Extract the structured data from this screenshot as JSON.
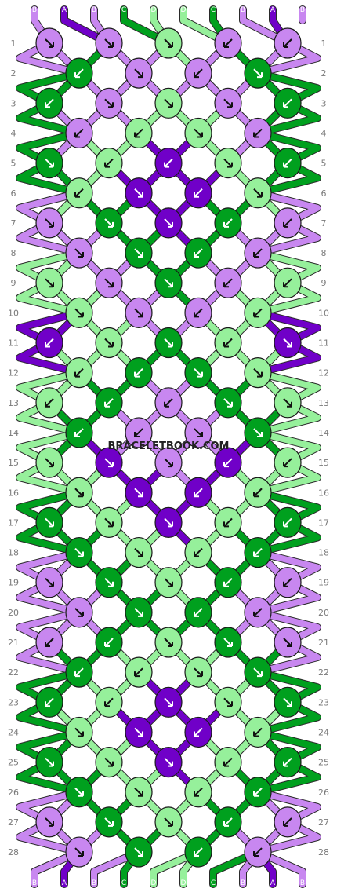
{
  "watermark": "BRACELETBOOK.COM",
  "colors": {
    "A": "#7000c8",
    "B": "#c887f0",
    "C": "#00a01e",
    "D": "#96f09b"
  },
  "strands_top": [
    "B",
    "A",
    "B",
    "C",
    "D",
    "D",
    "C",
    "B",
    "A",
    "B"
  ],
  "strands_bottom": [
    "B",
    "A",
    "B",
    "C",
    "D",
    "D",
    "C",
    "B",
    "A",
    "B"
  ],
  "row_numbers": [
    "1",
    "2",
    "3",
    "4",
    "5",
    "6",
    "7",
    "8",
    "9",
    "10",
    "11",
    "12",
    "13",
    "14",
    "15",
    "16",
    "17",
    "18",
    "19",
    "20",
    "21",
    "22",
    "23",
    "24",
    "25",
    "26",
    "27",
    "28"
  ],
  "knot_rows": [
    [
      {
        "c": "B",
        "d": "r"
      },
      {
        "c": "B",
        "d": "r"
      },
      {
        "c": "D",
        "d": "r"
      },
      {
        "c": "B",
        "d": "l"
      },
      {
        "c": "B",
        "d": "l"
      }
    ],
    [
      {
        "c": "C",
        "d": "l"
      },
      {
        "c": "B",
        "d": "r"
      },
      {
        "c": "B",
        "d": "l"
      },
      {
        "c": "C",
        "d": "r"
      }
    ],
    [
      {
        "c": "C",
        "d": "l"
      },
      {
        "c": "B",
        "d": "r"
      },
      {
        "c": "D",
        "d": "r"
      },
      {
        "c": "B",
        "d": "r"
      },
      {
        "c": "C",
        "d": "l"
      }
    ],
    [
      {
        "c": "B",
        "d": "l"
      },
      {
        "c": "D",
        "d": "l"
      },
      {
        "c": "D",
        "d": "r"
      },
      {
        "c": "B",
        "d": "l"
      }
    ],
    [
      {
        "c": "C",
        "d": "r"
      },
      {
        "c": "D",
        "d": "l"
      },
      {
        "c": "A",
        "d": "l"
      },
      {
        "c": "D",
        "d": "r"
      },
      {
        "c": "C",
        "d": "l"
      }
    ],
    [
      {
        "c": "D",
        "d": "l"
      },
      {
        "c": "A",
        "d": "r"
      },
      {
        "c": "A",
        "d": "l"
      },
      {
        "c": "D",
        "d": "r"
      }
    ],
    [
      {
        "c": "B",
        "d": "r"
      },
      {
        "c": "C",
        "d": "r"
      },
      {
        "c": "A",
        "d": "r"
      },
      {
        "c": "C",
        "d": "l"
      },
      {
        "c": "B",
        "d": "l"
      }
    ],
    [
      {
        "c": "B",
        "d": "r"
      },
      {
        "c": "C",
        "d": "r"
      },
      {
        "c": "C",
        "d": "l"
      },
      {
        "c": "B",
        "d": "l"
      }
    ],
    [
      {
        "c": "D",
        "d": "r"
      },
      {
        "c": "B",
        "d": "r"
      },
      {
        "c": "C",
        "d": "r"
      },
      {
        "c": "B",
        "d": "l"
      },
      {
        "c": "D",
        "d": "l"
      }
    ],
    [
      {
        "c": "D",
        "d": "r"
      },
      {
        "c": "B",
        "d": "r"
      },
      {
        "c": "B",
        "d": "l"
      },
      {
        "c": "D",
        "d": "l"
      }
    ],
    [
      {
        "c": "A",
        "d": "l"
      },
      {
        "c": "D",
        "d": "r"
      },
      {
        "c": "C",
        "d": "r"
      },
      {
        "c": "D",
        "d": "l"
      },
      {
        "c": "A",
        "d": "r"
      }
    ],
    [
      {
        "c": "D",
        "d": "l"
      },
      {
        "c": "C",
        "d": "l"
      },
      {
        "c": "C",
        "d": "r"
      },
      {
        "c": "D",
        "d": "r"
      }
    ],
    [
      {
        "c": "D",
        "d": "l"
      },
      {
        "c": "C",
        "d": "l"
      },
      {
        "c": "B",
        "d": "l"
      },
      {
        "c": "C",
        "d": "r"
      },
      {
        "c": "D",
        "d": "r"
      }
    ],
    [
      {
        "c": "C",
        "d": "l"
      },
      {
        "c": "B",
        "d": "l"
      },
      {
        "c": "B",
        "d": "r"
      },
      {
        "c": "C",
        "d": "r"
      }
    ],
    [
      {
        "c": "D",
        "d": "r"
      },
      {
        "c": "A",
        "d": "r"
      },
      {
        "c": "B",
        "d": "r"
      },
      {
        "c": "A",
        "d": "l"
      },
      {
        "c": "D",
        "d": "l"
      }
    ],
    [
      {
        "c": "D",
        "d": "r"
      },
      {
        "c": "A",
        "d": "r"
      },
      {
        "c": "A",
        "d": "l"
      },
      {
        "c": "D",
        "d": "l"
      }
    ],
    [
      {
        "c": "C",
        "d": "r"
      },
      {
        "c": "D",
        "d": "r"
      },
      {
        "c": "A",
        "d": "r"
      },
      {
        "c": "D",
        "d": "l"
      },
      {
        "c": "C",
        "d": "l"
      }
    ],
    [
      {
        "c": "C",
        "d": "r"
      },
      {
        "c": "D",
        "d": "r"
      },
      {
        "c": "D",
        "d": "l"
      },
      {
        "c": "C",
        "d": "l"
      }
    ],
    [
      {
        "c": "B",
        "d": "r"
      },
      {
        "c": "C",
        "d": "r"
      },
      {
        "c": "D",
        "d": "r"
      },
      {
        "c": "C",
        "d": "l"
      },
      {
        "c": "B",
        "d": "l"
      }
    ],
    [
      {
        "c": "B",
        "d": "r"
      },
      {
        "c": "C",
        "d": "r"
      },
      {
        "c": "C",
        "d": "l"
      },
      {
        "c": "B",
        "d": "l"
      }
    ],
    [
      {
        "c": "B",
        "d": "l"
      },
      {
        "c": "C",
        "d": "l"
      },
      {
        "c": "D",
        "d": "r"
      },
      {
        "c": "C",
        "d": "r"
      },
      {
        "c": "B",
        "d": "r"
      }
    ],
    [
      {
        "c": "C",
        "d": "l"
      },
      {
        "c": "D",
        "d": "l"
      },
      {
        "c": "D",
        "d": "r"
      },
      {
        "c": "C",
        "d": "r"
      }
    ],
    [
      {
        "c": "C",
        "d": "l"
      },
      {
        "c": "D",
        "d": "l"
      },
      {
        "c": "A",
        "d": "r"
      },
      {
        "c": "D",
        "d": "r"
      },
      {
        "c": "C",
        "d": "r"
      }
    ],
    [
      {
        "c": "D",
        "d": "r"
      },
      {
        "c": "A",
        "d": "r"
      },
      {
        "c": "A",
        "d": "l"
      },
      {
        "c": "D",
        "d": "l"
      }
    ],
    [
      {
        "c": "C",
        "d": "r"
      },
      {
        "c": "D",
        "d": "r"
      },
      {
        "c": "A",
        "d": "r"
      },
      {
        "c": "D",
        "d": "l"
      },
      {
        "c": "C",
        "d": "l"
      }
    ],
    [
      {
        "c": "C",
        "d": "r"
      },
      {
        "c": "D",
        "d": "r"
      },
      {
        "c": "D",
        "d": "l"
      },
      {
        "c": "C",
        "d": "l"
      }
    ],
    [
      {
        "c": "B",
        "d": "r"
      },
      {
        "c": "C",
        "d": "r"
      },
      {
        "c": "D",
        "d": "r"
      },
      {
        "c": "C",
        "d": "l"
      },
      {
        "c": "B",
        "d": "l"
      }
    ],
    [
      {
        "c": "B",
        "d": "r"
      },
      {
        "c": "C",
        "d": "r"
      },
      {
        "c": "C",
        "d": "l"
      },
      {
        "c": "B",
        "d": "l"
      }
    ]
  ]
}
